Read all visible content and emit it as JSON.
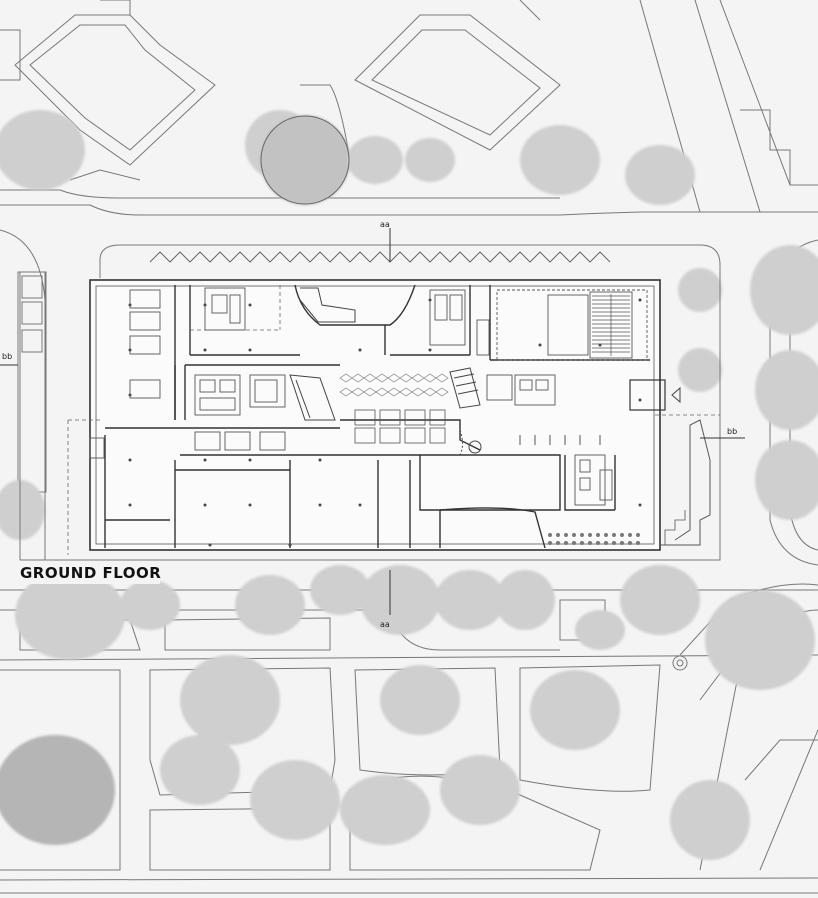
{
  "drawing": {
    "title": "GROUND FLOOR",
    "section_markers": {
      "aa_top": "aa",
      "aa_bottom": "aa",
      "bb_left": "bb",
      "bb_right": "bb"
    }
  },
  "colors": {
    "background": "#f4f4f4",
    "tree_fill": "#cfcfcf",
    "tree_dark": "#b5b5b5",
    "line": "#555555",
    "wall": "#333333"
  }
}
